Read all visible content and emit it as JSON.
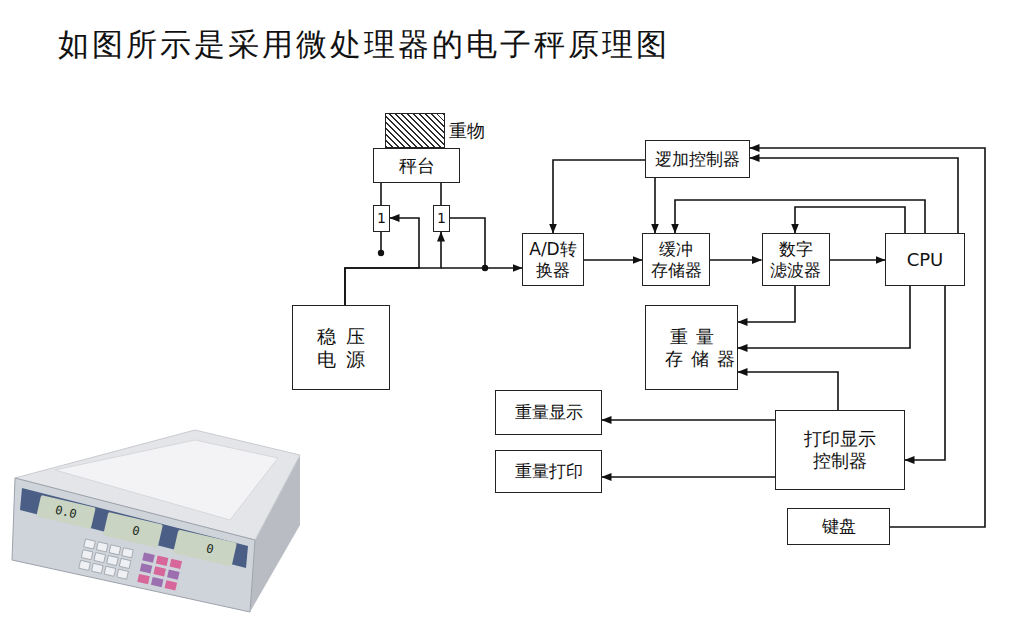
{
  "diagram": {
    "title": "如图所示是采用微处理器的电子秤原理图",
    "nodes": [
      {
        "text": [
          "重物"
        ]
      },
      {
        "text": [
          "秤台"
        ]
      },
      {
        "text": [
          "1"
        ]
      },
      {
        "text": [
          "1"
        ]
      },
      {
        "text": [
          "逻加控制器"
        ]
      },
      {
        "text": [
          "A/D转 换器"
        ]
      },
      {
        "text": [
          "缓冲 存储器"
        ]
      },
      {
        "text": [
          "数字 滤波器"
        ]
      },
      {
        "text": [
          "CPU"
        ]
      },
      {
        "text": [
          "稳压 电源"
        ]
      },
      {
        "text": [
          "重量 存储器"
        ]
      },
      {
        "text": [
          "重量显示"
        ]
      },
      {
        "text": [
          "打印显示 控制器"
        ]
      },
      {
        "text": [
          "重量打印"
        ]
      },
      {
        "text": [
          "键盘"
        ]
      }
    ],
    "edges": [
      {
        "from": 1,
        "to": 2,
        "arrow": "none"
      },
      {
        "from": 1,
        "to": 3,
        "arrow": "none"
      },
      {
        "from": 9,
        "to": 2,
        "arrow": "to"
      },
      {
        "from": 9,
        "to": 3,
        "arrow": "to"
      },
      {
        "from": 3,
        "to": 5,
        "arrow": "to"
      },
      {
        "from": 4,
        "to": 5,
        "arrow": "to"
      },
      {
        "from": 4,
        "to": 6,
        "arrow": "to"
      },
      {
        "from": 5,
        "to": 6,
        "arrow": "to"
      },
      {
        "from": 6,
        "to": 7,
        "arrow": "to"
      },
      {
        "from": 7,
        "to": 8,
        "arrow": "to"
      },
      {
        "from": 8,
        "to": 4,
        "arrow": "to"
      },
      {
        "from": 8,
        "to": 6,
        "arrow": "to"
      },
      {
        "from": 8,
        "to": 7,
        "arrow": "to"
      },
      {
        "from": 7,
        "to": 10,
        "arrow": "to"
      },
      {
        "from": 8,
        "to": 10,
        "arrow": "to"
      },
      {
        "from": 12,
        "to": 10,
        "arrow": "to"
      },
      {
        "from": 8,
        "to": 12,
        "arrow": "to"
      },
      {
        "from": 12,
        "to": 11,
        "arrow": "to"
      },
      {
        "from": 12,
        "to": 13,
        "arrow": "to"
      },
      {
        "from": 14,
        "to": 4,
        "arrow": "to"
      }
    ],
    "labels": [
      "0.0",
      "0",
      "0"
    ]
  }
}
